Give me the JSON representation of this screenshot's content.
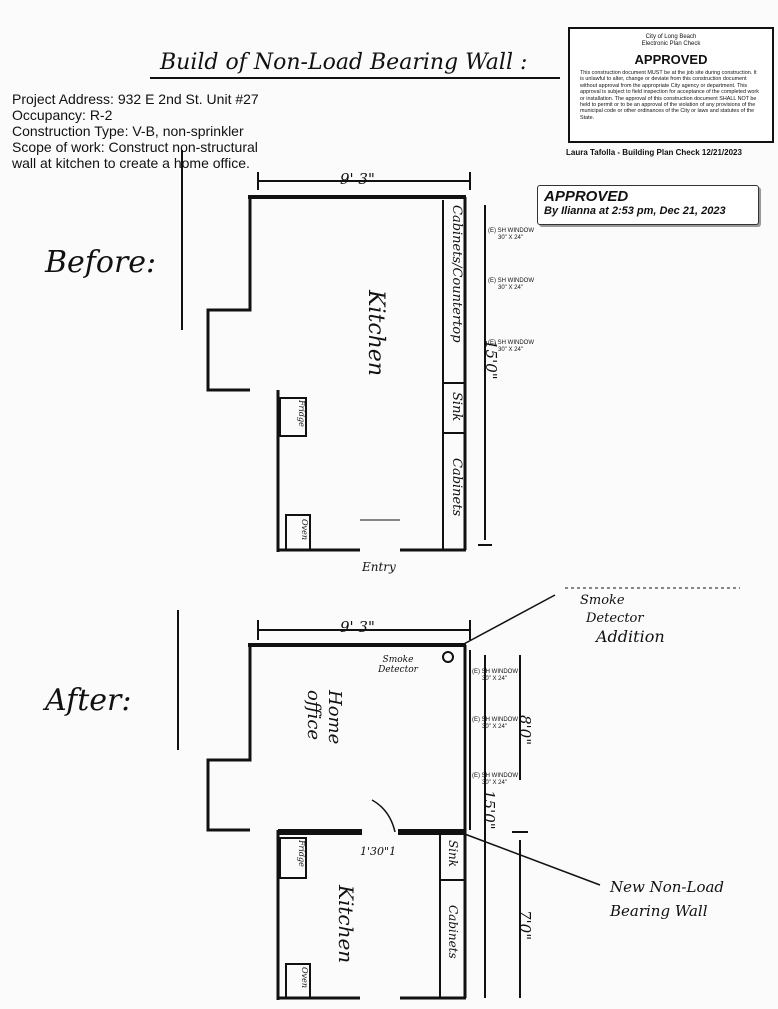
{
  "title": "Build of Non-Load Bearing Wall :",
  "project": {
    "address": "Project Address: 932 E 2nd St. Unit #27",
    "occupancy": "Occupancy: R-2",
    "construction_type": "Construction Type: V-B, non-sprinkler",
    "scope_line1": "Scope of work: Construct non-structural",
    "scope_line2": "wall at kitchen to create a home office."
  },
  "stamp": {
    "city": "City of Long Beach",
    "dept": "Electronic Plan Check",
    "status": "APPROVED",
    "body": "This construction document MUST be at the job site during construction. It is unlawful to alter, change or deviate from this construction document without approval from the appropriate City agency or department. This approval is subject to field inspection for acceptance of the completed work or installation. The approval of this construction document SHALL NOT be held to permit or to be an approval of the violation of any provisions of the municipal code or other ordinances of the City or laws and statutes of the State.",
    "signature": "Laura Tafolla - Building Plan Check  12/21/2023"
  },
  "approval_badge": {
    "status": "APPROVED",
    "by": "By Ilianna at 2:53 pm, Dec 21, 2023"
  },
  "before": {
    "label": "Before:",
    "width_dim": "9' 3\"",
    "length_dim": "15'0\"",
    "kitchen": "Kitchen",
    "cabinets_countertop": "Cabinets/Countertop",
    "sink": "Sink",
    "cabinets": "Cabinets",
    "fridge": "Fridge",
    "oven": "Oven",
    "entry": "Entry",
    "windows": [
      {
        "l1": "(E) SH WINDOW",
        "l2": "30\" X 24\""
      },
      {
        "l1": "(E) SH WINDOW",
        "l2": "30\" X 24\""
      },
      {
        "l1": "(E) SH WINDOW",
        "l2": "30\" X 24\""
      }
    ]
  },
  "after": {
    "label": "After:",
    "width_dim": "9' 3\"",
    "office_dim": "8'0\"",
    "total_dim": "15'0\"",
    "kitchen_dim": "7'0\"",
    "door_dim": "1'30\"1",
    "home_office": "Home office",
    "kitchen": "Kitchen",
    "smoke_detector": "Smoke Detector",
    "sink": "Sink",
    "cabinets": "Cabinets",
    "fridge": "Fridge",
    "oven": "Oven",
    "callout_smoke": [
      "Smoke",
      "Detector",
      "Addition"
    ],
    "callout_wall": [
      "New Non-Load",
      "Bearing Wall"
    ],
    "windows": [
      {
        "l1": "(E) SH WINDOW",
        "l2": "30\" X 24\""
      },
      {
        "l1": "(E) SH WINDOW",
        "l2": "30\" X 24\""
      },
      {
        "l1": "(E) SH WINDOW",
        "l2": "30\" X 24\""
      }
    ]
  }
}
